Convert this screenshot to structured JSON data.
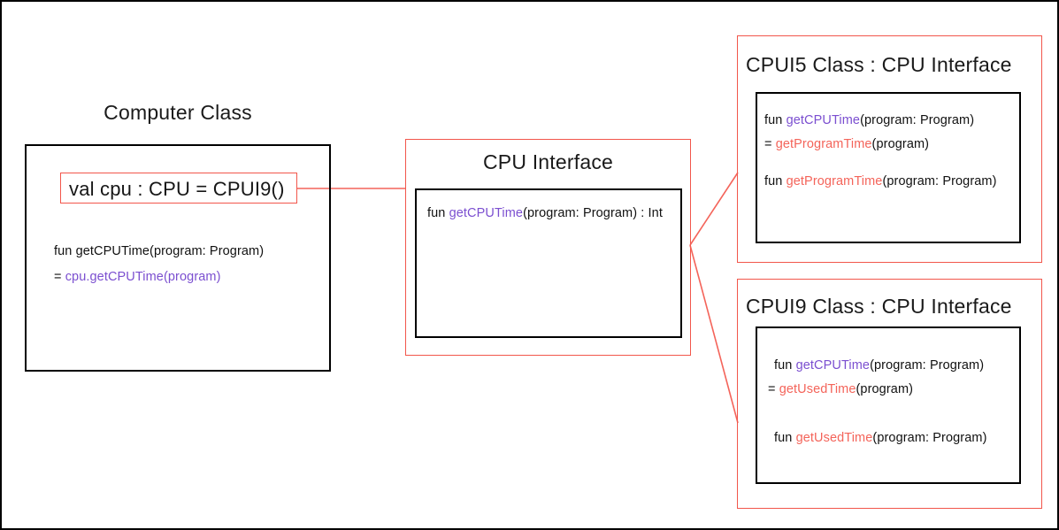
{
  "diagram": {
    "title_semantic": "kotlin-cpu-interface-class-diagram",
    "colors": {
      "outer_frame": "#000000",
      "box_black": "#000000",
      "box_red": "#f2564b",
      "connector_red": "#f4645a",
      "method_purple": "#7b4fd0",
      "method_red": "#f4645a",
      "text_black": "#111111",
      "background": "#ffffff"
    }
  },
  "computer_class": {
    "title": "Computer Class",
    "property": {
      "val_keyword": "val cpu : CPU = CPUI9()"
    },
    "method": {
      "signature_prefix": "fun getCPUTime(program: Program)",
      "body_eq": "= ",
      "body_call": "cpu.getCPUTime(program)"
    }
  },
  "cpu_interface": {
    "title": "CPU Interface",
    "method": {
      "fun_keyword": "fun ",
      "name": "getCPUTime",
      "params": "(program: Program) : Int"
    }
  },
  "cpui5_class": {
    "title": "CPUI5 Class : CPU Interface",
    "lines": {
      "l1_fun": "fun ",
      "l1_name": "getCPUTime",
      "l1_params": "(program: Program)",
      "l2_eq": "= ",
      "l2_name": "getProgramTime",
      "l2_params": "(program)",
      "l3_fun": "fun ",
      "l3_name": "getProgramTime",
      "l3_params": "(program: Program)"
    }
  },
  "cpui9_class": {
    "title": "CPUI9 Class : CPU Interface",
    "lines": {
      "l1_fun": "fun ",
      "l1_name": "getCPUTime",
      "l1_params": "(program: Program)",
      "l2_eq": "= ",
      "l2_name": "getUsedTime",
      "l2_params": "(program)",
      "l3_fun": "fun ",
      "l3_name": "getUsedTime",
      "l3_params": "(program: Program)"
    }
  },
  "connectors": {
    "computer_to_interface": "val cpu property connects to CPU Interface",
    "interface_to_cpui5": "CPU Interface connects to CPUI5 Class",
    "interface_to_cpui9": "CPU Interface connects to CPUI9 Class"
  }
}
